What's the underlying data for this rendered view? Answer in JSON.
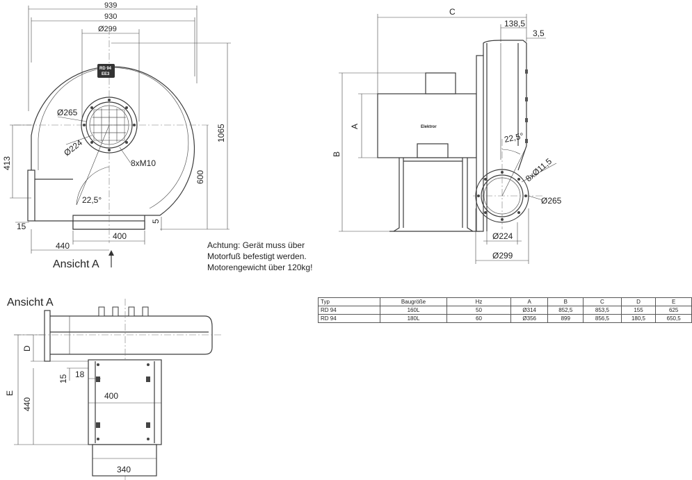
{
  "front_view": {
    "dims": {
      "width_overall": "939",
      "width_housing": "930",
      "outlet_flange_dia": "Ø299",
      "bolt_circle": "Ø265",
      "inner_dia": "Ø224",
      "bolts": "8xM10",
      "angle": "22,5°",
      "height_413": "413",
      "height_600": "600",
      "height_1065": "1065",
      "dim_15": "15",
      "dim_5": "5",
      "dim_400": "400",
      "dim_440": "440"
    },
    "badge_line1": "RD 94",
    "badge_line2": "EE3",
    "view_marker": "Ansicht A"
  },
  "side_view": {
    "dims": {
      "dim_c": "C",
      "dim_138_5": "138,5",
      "dim_3_5": "3,5",
      "dim_a": "A",
      "dim_b": "B",
      "angle": "22,5°",
      "holes": "8xØ11,5",
      "bolt_circle": "Ø265",
      "inner_dia": "Ø224",
      "outer_dia": "Ø299"
    },
    "motor_label": "Elektror"
  },
  "bottom_view": {
    "title": "Ansicht A",
    "dims": {
      "dim_d": "D",
      "dim_e": "E",
      "dim_15": "15",
      "dim_18": "18",
      "dim_400": "400",
      "dim_440": "440",
      "dim_340": "340"
    }
  },
  "note": {
    "line1": "Achtung: Gerät muss über",
    "line2": "Motorfuß befestigt werden.",
    "line3": "Motorengewicht über 120kg!"
  },
  "spec_table": {
    "headers": [
      "Typ",
      "Baugröße",
      "Hz",
      "A",
      "B",
      "C",
      "D",
      "E"
    ],
    "rows": [
      [
        "RD 94",
        "160L",
        "50",
        "Ø314",
        "852,5",
        "853,5",
        "155",
        "625"
      ],
      [
        "RD 94",
        "180L",
        "60",
        "Ø356",
        "899",
        "856,5",
        "180,5",
        "650,5"
      ]
    ]
  }
}
